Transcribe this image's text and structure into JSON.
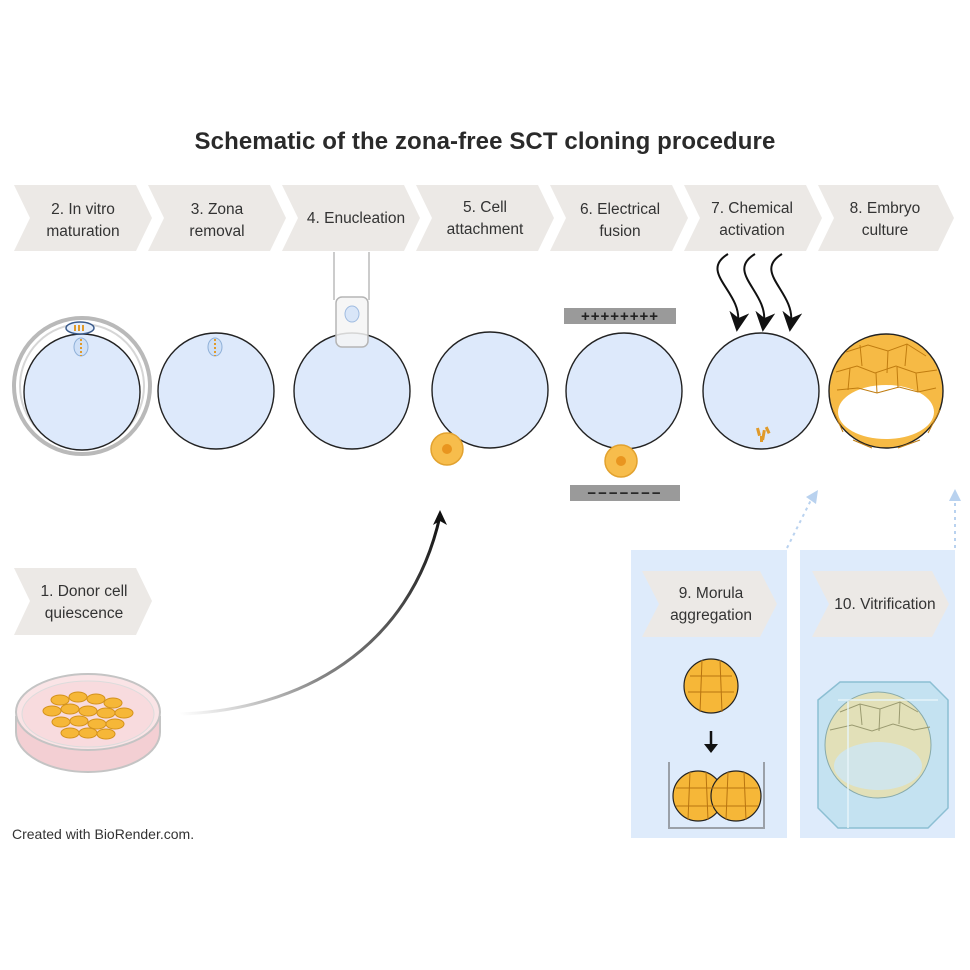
{
  "title": "Schematic of the zona-free SCT cloning procedure",
  "steps": [
    {
      "line1": "2. In vitro",
      "line2": "maturation"
    },
    {
      "line1": "3. Zona",
      "line2": "removal"
    },
    {
      "line1": "4. Enucleation",
      "line2": ""
    },
    {
      "line1": "5. Cell",
      "line2": "attachment"
    },
    {
      "line1": "6. Electrical",
      "line2": "fusion"
    },
    {
      "line1": "7. Chemical",
      "line2": "activation"
    },
    {
      "line1": "8. Embryo",
      "line2": "culture"
    }
  ],
  "donor_step": {
    "line1": "1. Donor cell",
    "line2": "quiescence"
  },
  "morula_step": {
    "line1": "9. Morula",
    "line2": "aggregation"
  },
  "vitrification_step": {
    "line1": "10. Vitrification",
    "line2": ""
  },
  "electrode_top": "++++++++",
  "electrode_bottom": "−−−−−−−",
  "credit": "Created with BioRender.com.",
  "colors": {
    "cell_fill": "#dde9fb",
    "cell_stroke": "#222222",
    "chevron": "#ece9e6",
    "donor_orange": "#f4b43c",
    "panel_blue": "#deebfb"
  }
}
